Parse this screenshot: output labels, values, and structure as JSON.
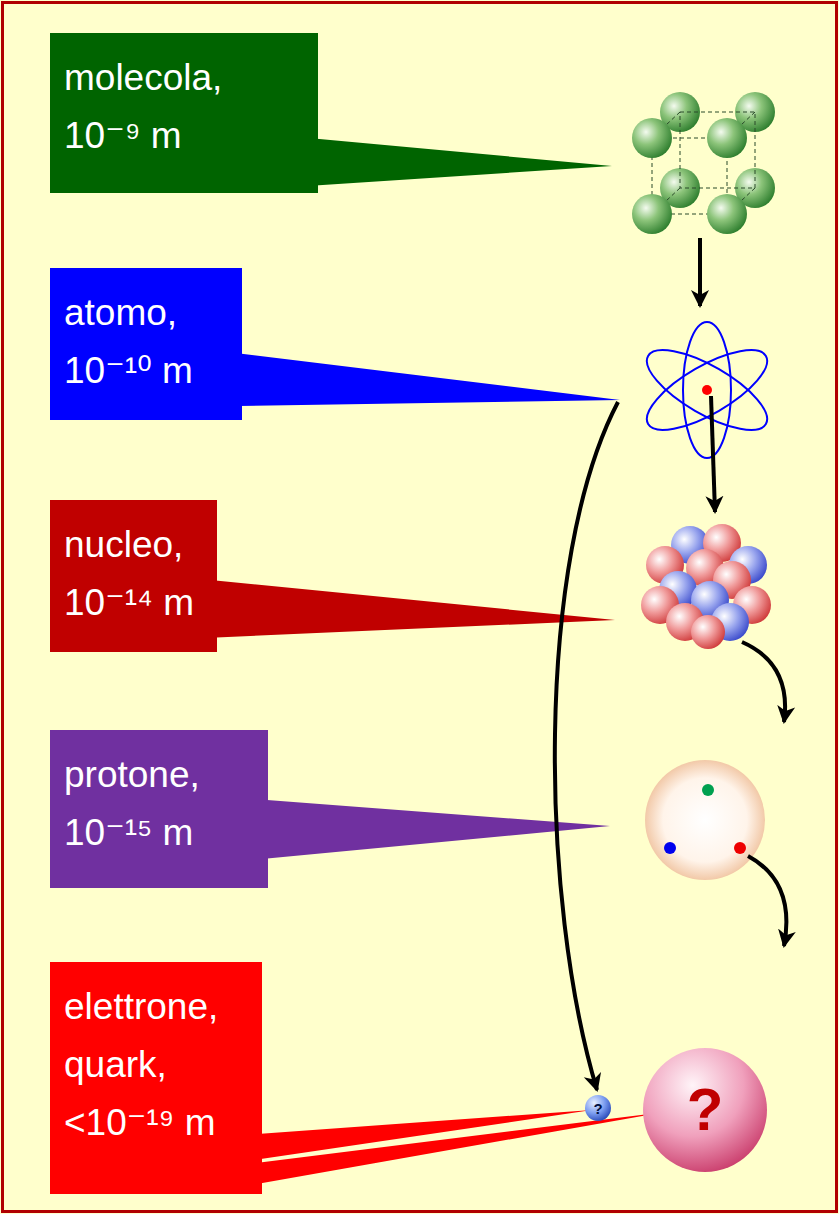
{
  "diagram": {
    "nodes": [
      {
        "text": [
          "molecola,",
          "10⁻⁹ m"
        ]
      },
      {
        "text": [
          "atomo,",
          "10⁻¹⁰ m"
        ]
      },
      {
        "text": [
          "nucleo,",
          "10⁻¹⁴ m"
        ]
      },
      {
        "text": [
          "protone,",
          "10⁻¹⁵ m"
        ]
      },
      {
        "text": [
          "elettrone,",
          "quark,",
          "<10⁻¹⁹ m"
        ]
      },
      {
        "text": [
          "?"
        ]
      },
      {
        "text": [
          "?"
        ]
      }
    ]
  }
}
